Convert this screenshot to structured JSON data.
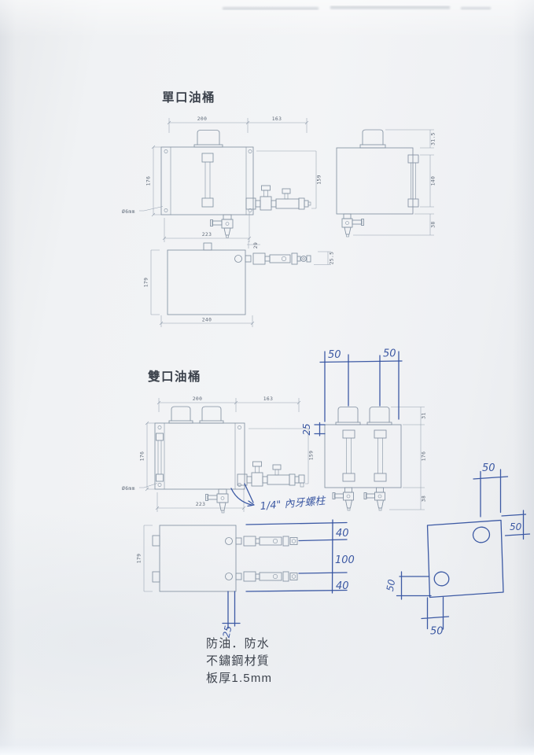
{
  "single": {
    "title": "單口油桶",
    "front": {
      "dim_width": "200",
      "dim_fitting_width": "163",
      "dim_height": "176",
      "dim_fitting_height": "159",
      "dim_bottom_width": "223",
      "hole_label": "Ø6mm"
    },
    "side": {
      "dim_cap_height": "31.5",
      "dim_glass_height": "140",
      "dim_faucet_height": "38"
    },
    "top": {
      "dim_depth": "179",
      "dim_width": "240",
      "dim_tab": "29",
      "dim_fitting_offset": "25.5"
    }
  },
  "double": {
    "title": "雙口油桶",
    "front": {
      "dim_width": "200",
      "dim_fitting_width": "163",
      "dim_height": "176",
      "dim_fitting_height": "159",
      "dim_bottom_width": "223",
      "hole_label": "Ø6mm"
    },
    "side": {
      "dim_cap_height": "31",
      "dim_body_height": "176",
      "dim_faucet_height": "38",
      "hw_cap_spacing_1": "50",
      "hw_cap_spacing_2": "50",
      "hw_cap_offset": "25"
    },
    "top": {
      "dim_depth": "179",
      "hw_port_offset_top": "40",
      "hw_port_spacing": "100",
      "hw_port_offset_bottom": "40",
      "hw_drain_offset": "25"
    }
  },
  "annotations": {
    "thread_note": "1/4\" 內牙螺柱",
    "spec_lines": [
      "防油．防水",
      "不鏽鋼材質",
      "板厚1.5mm"
    ]
  },
  "plate": {
    "dim_top": "50",
    "dim_right": "50",
    "dim_left": "50",
    "dim_bottom": "50"
  },
  "colors": {
    "print_line": "#8391a1",
    "ink_blue": "#2e4d9d",
    "paper": "#f1f3f5"
  }
}
